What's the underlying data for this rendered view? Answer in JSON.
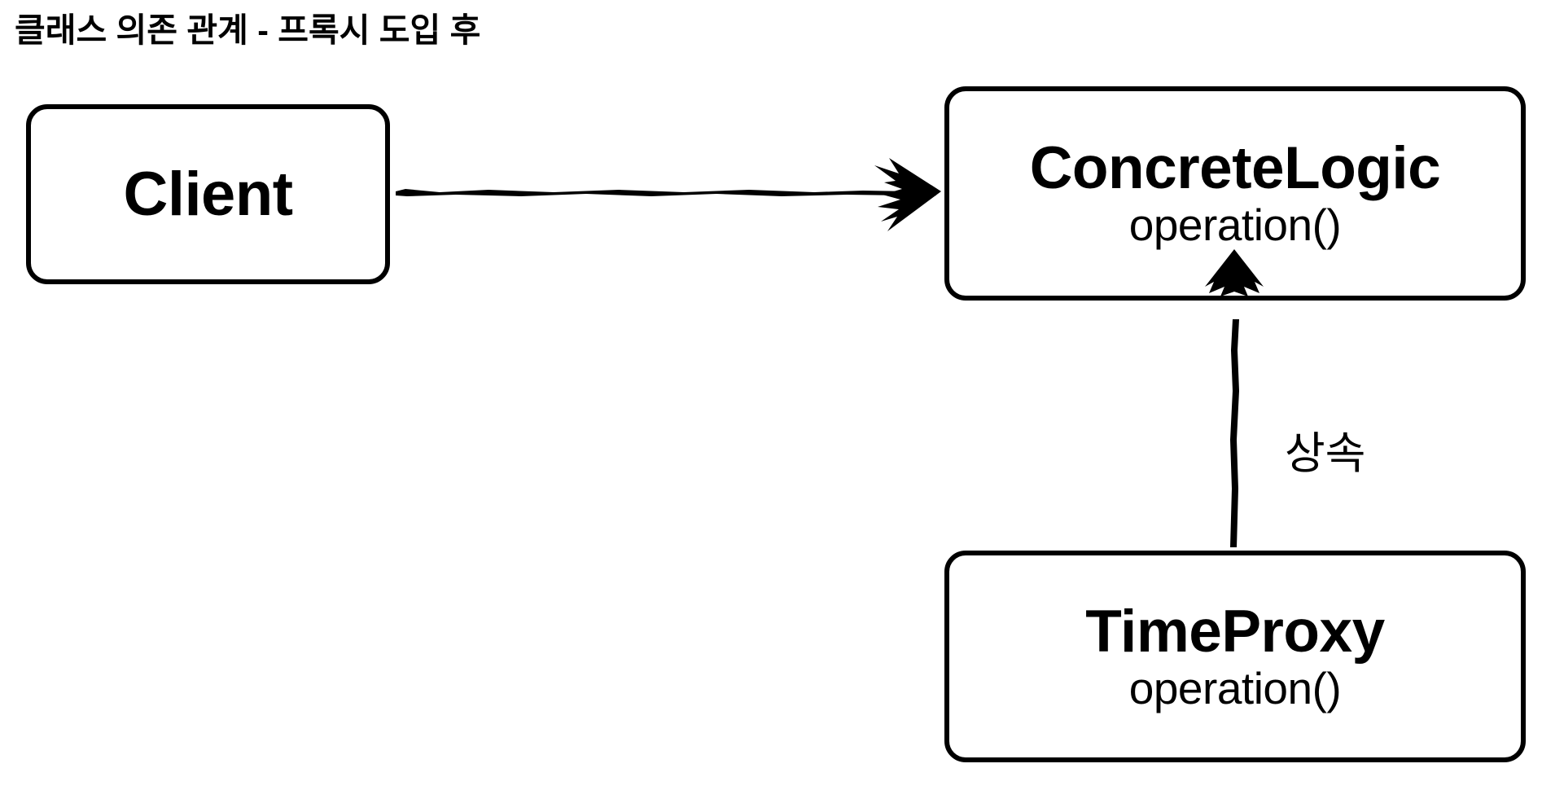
{
  "diagram": {
    "title": "클래스 의존 관계 - 프록시 도입 후",
    "type": "uml-class-diagram",
    "background_color": "#ffffff",
    "stroke_color": "#000000",
    "style": "hand-drawn"
  },
  "nodes": [
    {
      "id": "client",
      "name": "Client",
      "operations": "",
      "shape": "rounded-rectangle"
    },
    {
      "id": "concrete_logic",
      "name": "ConcreteLogic",
      "operations": "operation()",
      "shape": "rounded-rectangle"
    },
    {
      "id": "time_proxy",
      "name": "TimeProxy",
      "operations": "operation()",
      "shape": "rounded-rectangle"
    }
  ],
  "edges": [
    {
      "id": "client-to-concrete",
      "from": "client",
      "to": "concrete_logic",
      "label": "",
      "arrow": "filled-arrow",
      "direction": "right"
    },
    {
      "id": "proxy-to-concrete",
      "from": "time_proxy",
      "to": "concrete_logic",
      "label": "상속",
      "arrow": "filled-triangle",
      "direction": "up"
    }
  ]
}
